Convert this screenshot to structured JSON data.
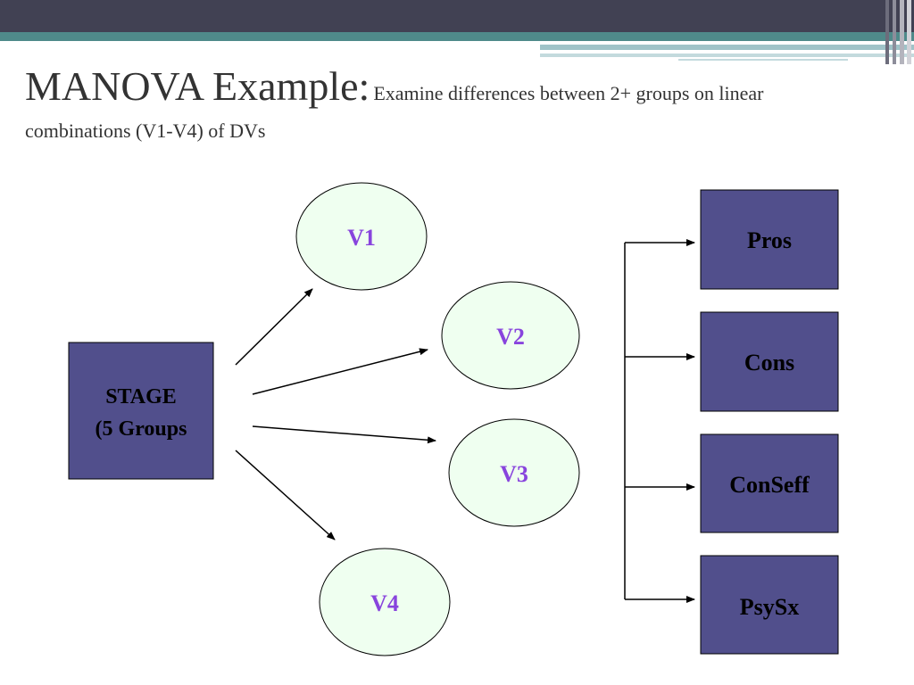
{
  "title": {
    "main": "MANOVA Example:",
    "sub_line1": "Examine differences between 2+ groups on linear",
    "sub_line2": "combinations (V1-V4) of DVs"
  },
  "source": {
    "line1": "STAGE",
    "line2": "(5 Groups"
  },
  "variates": [
    {
      "label": "V1"
    },
    {
      "label": "V2"
    },
    {
      "label": "V3"
    },
    {
      "label": "V4"
    }
  ],
  "dvs": [
    {
      "label": "Pros"
    },
    {
      "label": "Cons"
    },
    {
      "label": "ConSeff"
    },
    {
      "label": "PsySx"
    }
  ],
  "colors": {
    "box_fill": "#514f8c",
    "ellipse_fill": "#effff0",
    "variate_text": "#8844dd",
    "title_text": "#333333",
    "header_dark": "#414153",
    "header_teal": "#4f8a8a"
  }
}
